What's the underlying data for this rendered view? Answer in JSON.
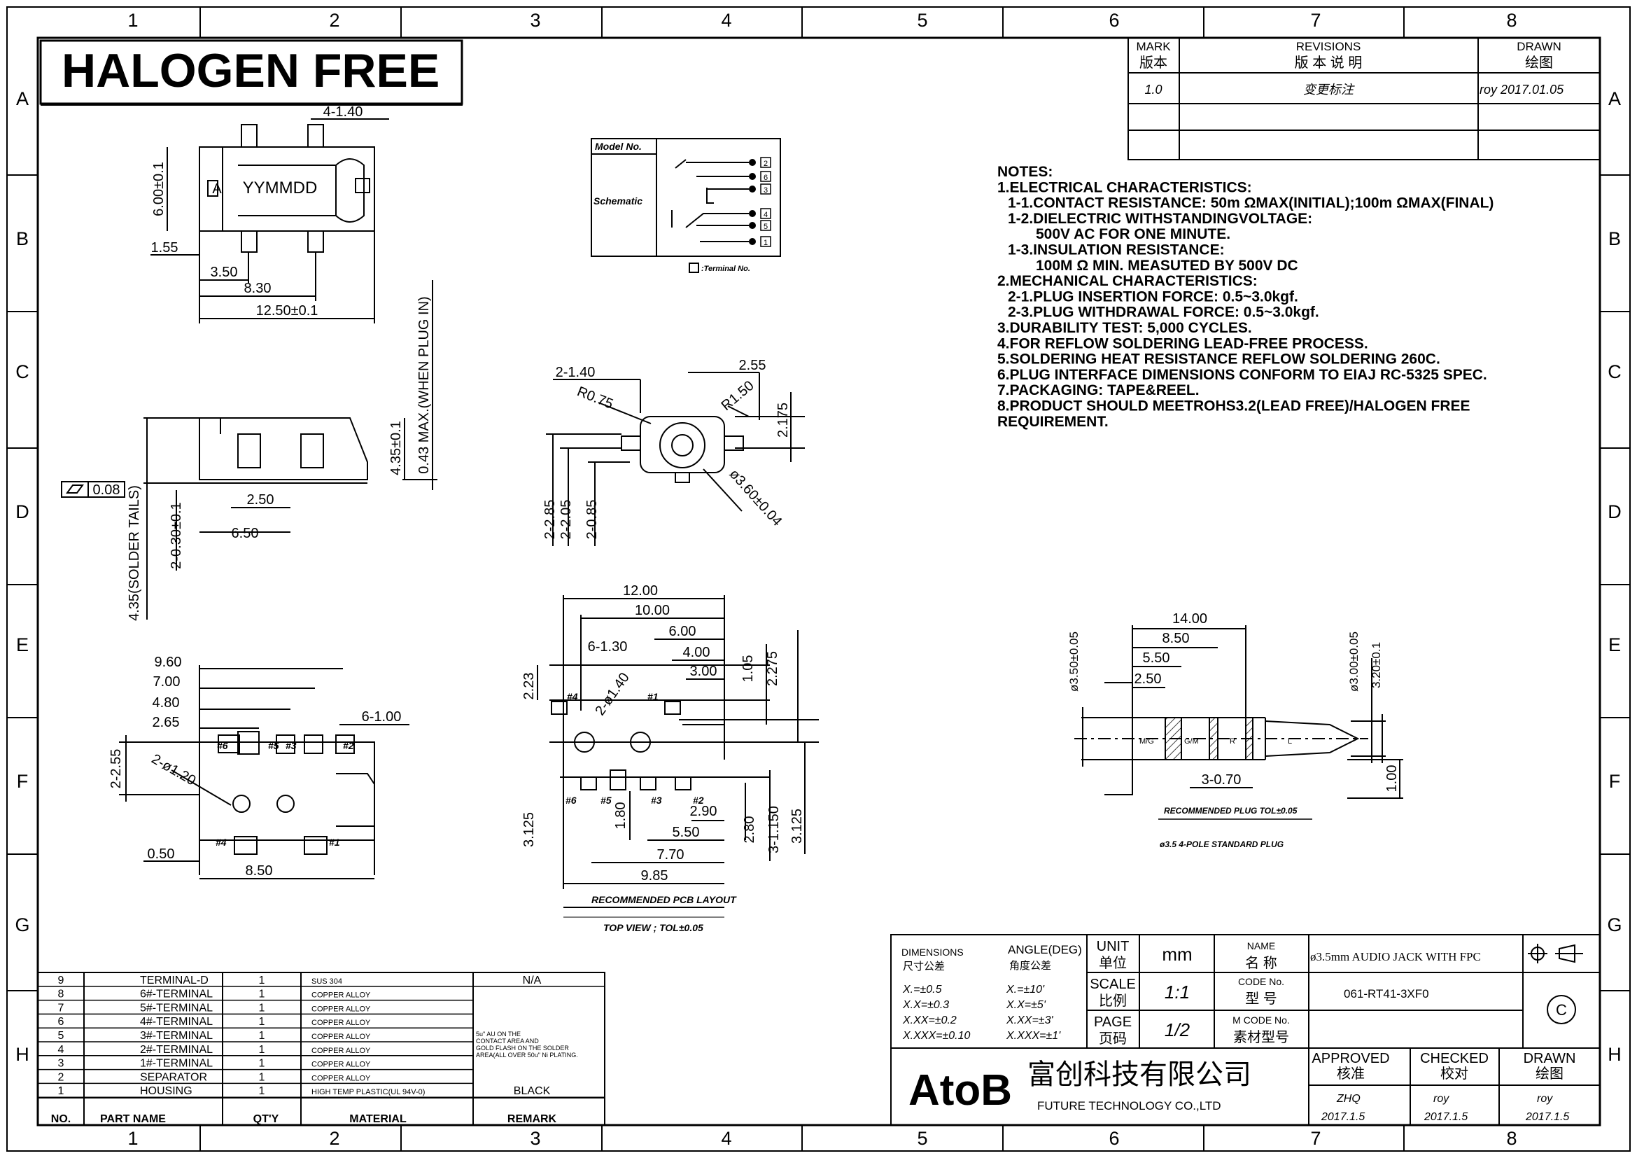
{
  "banner": "HALOGEN FREE",
  "zones": {
    "cols": [
      "1",
      "2",
      "3",
      "4",
      "5",
      "6",
      "7",
      "8"
    ],
    "rows": [
      "A",
      "B",
      "C",
      "D",
      "E",
      "F",
      "G",
      "H"
    ]
  },
  "revisions": {
    "mark_label": "MARK",
    "mark_cn": "版本",
    "rev_label": "REVISIONS",
    "rev_cn": "版  本  说  明",
    "drawn_label": "DRAWN",
    "drawn_cn": "绘图",
    "row_mark": "1.0",
    "row_desc": "变更标注",
    "row_drawn": "roy  2017.01.05"
  },
  "notes": [
    "NOTES:",
    "1.ELECTRICAL CHARACTERISTICS:",
    "  1-1.CONTACT RESISTANCE: 50m ΩMAX(INITIAL);100m ΩMAX(FINAL)",
    "  1-2.DIELECTRIC WITHSTANDINGVOLTAGE:",
    "       500V AC FOR ONE MINUTE.",
    "  1-3.INSULATION RESISTANCE:",
    "       100M Ω MIN. MEASUTED BY 500V DC",
    "2.MECHANICAL CHARACTERISTICS:",
    "  2-1.PLUG INSERTION FORCE: 0.5~3.0kgf.",
    "  2-3.PLUG WITHDRAWAL FORCE: 0.5~3.0kgf.",
    "3.DURABILITY TEST: 5,000 CYCLES.",
    "4.FOR REFLOW SOLDERING LEAD-FREE PROCESS.",
    "5.SOLDERING HEAT RESISTANCE REFLOW SOLDERING 260C.",
    "6.PLUG INTERFACE DIMENSIONS CONFORM TO EIAJ RC-5325 SPEC.",
    "7.PACKAGING: TAPE&REEL.",
    "8.PRODUCT SHOULD MEETROHS3.2(LEAD FREE)/HALOGEN FREE",
    "REQUIREMENT."
  ],
  "top_view": {
    "mark": "A",
    "code": "YYMMDD",
    "dims": [
      "4-1.40",
      "6.00±0.1",
      "1.55",
      "3.50",
      "8.30",
      "12.50±0.1"
    ]
  },
  "side_view": {
    "dims": [
      "0.43 MAX.(WHEN PLUG IN)",
      "4.35±0.1",
      "2.50",
      "6.50",
      "2-0.30±0.1",
      "4.35(SOLDER TAILS)"
    ],
    "flatness": "0.08"
  },
  "front_view": {
    "dims": [
      "2-1.40",
      "2.55",
      "R0.75",
      "R1.50",
      "2.175",
      "2-2.85",
      "2-2.05",
      "2-0.85",
      "ø3.60±0.04"
    ]
  },
  "schematic": {
    "model_label": "Model No.",
    "schematic_label": "Schematic",
    "terminal_note": ":Terminal No.",
    "terminals": [
      "2",
      "6",
      "3",
      "4",
      "5",
      "1"
    ]
  },
  "bottom_view": {
    "dims": [
      "9.60",
      "7.00",
      "4.80",
      "2.65",
      "6-1.00",
      "2-2.55",
      "2-ø1.20",
      "0.50",
      "8.50"
    ],
    "pins": [
      "#6",
      "#5",
      "#3",
      "#2",
      "#4",
      "#1"
    ]
  },
  "pcb_layout": {
    "dims": [
      "12.00",
      "10.00",
      "6-1.30",
      "6.00",
      "4.00",
      "3.00",
      "1.05",
      "2.275",
      "2.23",
      "2-ø1.40",
      "3.125",
      "1.80",
      "2.90",
      "5.50",
      "7.70",
      "9.85",
      "2.80",
      "3-1.150",
      "3.125"
    ],
    "pins": [
      "#4",
      "#1",
      "#6",
      "#5",
      "#3",
      "#2"
    ],
    "caption1": "RECOMMENDED PCB LAYOUT",
    "caption2": "TOP VIEW ; TOL±0.05"
  },
  "plug": {
    "dims": [
      "14.00",
      "8.50",
      "5.50",
      "2.50",
      "ø3.50±0.05",
      "ø3.00±0.05",
      "3.20±0.1",
      "3-0.70",
      "1.00"
    ],
    "segments": [
      "M/G",
      "G/M",
      "R",
      "L"
    ],
    "caption1": "RECOMMENDED PLUG TOL±0.05",
    "caption2": "ø3.5 4-POLE STANDARD PLUG"
  },
  "bom": {
    "header": [
      "NO.",
      "PART NAME",
      "QT'Y",
      "MATERIAL",
      "REMARK"
    ],
    "rows": [
      [
        "9",
        "TERMINAL-D",
        "1",
        "SUS 304",
        "N/A"
      ],
      [
        "8",
        "6#-TERMINAL",
        "1",
        "COPPER ALLOY",
        ""
      ],
      [
        "7",
        "5#-TERMINAL",
        "1",
        "COPPER ALLOY",
        ""
      ],
      [
        "6",
        "4#-TERMINAL",
        "1",
        "COPPER ALLOY",
        ""
      ],
      [
        "5",
        "3#-TERMINAL",
        "1",
        "COPPER ALLOY",
        ""
      ],
      [
        "4",
        "2#-TERMINAL",
        "1",
        "COPPER ALLOY",
        ""
      ],
      [
        "3",
        "1#-TERMINAL",
        "1",
        "COPPER ALLOY",
        ""
      ],
      [
        "2",
        "SEPARATOR",
        "1",
        "COPPER ALLOY",
        ""
      ],
      [
        "1",
        "HOUSING",
        "1",
        "HIGH TEMP PLASTIC(UL 94V-0)",
        "BLACK"
      ]
    ],
    "plating": [
      "5u\" AU ON THE",
      "CONTACT AREA AND",
      "GOLD FLASH ON THE SOLDER",
      "AREA(ALL OVER 50u\" Ni PLATING."
    ]
  },
  "title_block": {
    "dim_label": "DIMENSIONS",
    "dim_cn": "尺寸公差",
    "angle_label": "ANGLE(DEG)",
    "angle_cn": "角度公差",
    "tol": [
      "X.=±0.5",
      "X.X=±0.3",
      "X.XX=±0.2",
      "X.XXX=±0.10"
    ],
    "ang": [
      "X.=±10'",
      "X.X=±5'",
      "X.XX=±3'",
      "X.XXX=±1'"
    ],
    "unit_label": "UNIT",
    "unit_cn": "单位",
    "unit": "mm",
    "name_label": "NAME",
    "name_cn": "名   称",
    "name": "ø3.5mm AUDIO JACK WITH FPC",
    "scale_label": "SCALE",
    "scale_cn": "比例",
    "scale": "1:1",
    "code_label": "CODE No.",
    "code_cn": "型   号",
    "code": "061-RT41-3XF0",
    "page_label": "PAGE",
    "page_cn": "页码",
    "page": "1/2",
    "mcode_label": "M CODE No.",
    "mcode_cn": "素材型号",
    "logo": "AtoB",
    "company_cn": "富创科技有限公司",
    "company_en": "FUTURE TECHNOLOGY CO.,LTD",
    "approved_label": "APPROVED",
    "approved_cn": "核准",
    "approved_name": "ZHQ",
    "approved_date": "2017.1.5",
    "checked_label": "CHECKED",
    "checked_cn": "校对",
    "checked_name": "roy",
    "checked_date": "2017.1.5",
    "drawn_label": "DRAWN",
    "drawn_cn": "绘图",
    "drawn_name": "roy",
    "drawn_date": "2017.1.5",
    "copyright": "C"
  }
}
